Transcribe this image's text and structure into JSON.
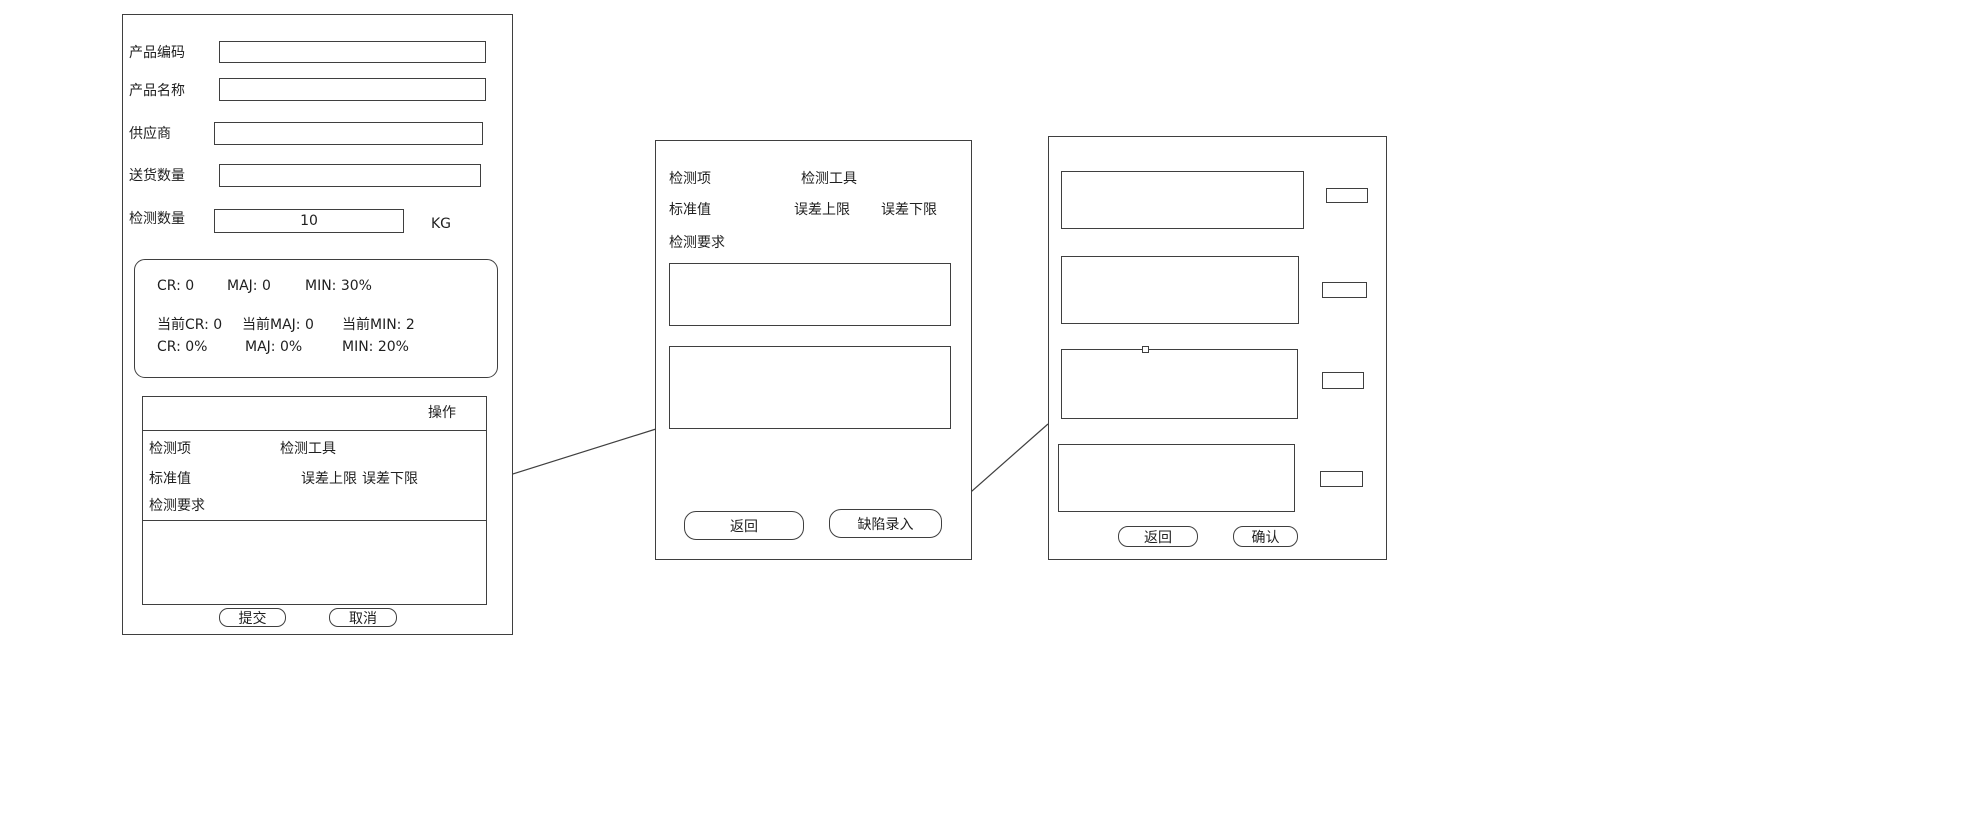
{
  "colors": {
    "background": "#ffffff",
    "ink": "#3f3f3f"
  },
  "left_panel": {
    "fields": [
      {
        "label": "产品编码",
        "value": ""
      },
      {
        "label": "产品名称",
        "value": ""
      },
      {
        "label": "供应商",
        "value": ""
      },
      {
        "label": "送货数量",
        "value": ""
      },
      {
        "label": "检测数量",
        "value": "10",
        "unit": "KG"
      }
    ],
    "stats": {
      "row1": [
        "CR: 0",
        "MAJ: 0",
        "MIN: 30%"
      ],
      "row2": [
        "当前CR: 0",
        "当前MAJ: 0",
        "当前MIN: 2"
      ],
      "row3": [
        "CR: 0%",
        "MAJ: 0%",
        "MIN: 20%"
      ]
    },
    "table": {
      "operation": "操作",
      "col_item": "检测项",
      "col_tool": "检测工具",
      "col_standard": "标准值",
      "col_upper": "误差上限",
      "col_lower": "误差下限",
      "col_requirement": "检测要求"
    },
    "submit": "提交",
    "cancel": "取消"
  },
  "middle_panel": {
    "labels": {
      "item": "检测项",
      "tool": "检测工具",
      "standard": "标准值",
      "upper": "误差上限",
      "lower": "误差下限",
      "requirement": "检测要求"
    },
    "back": "返回",
    "defect_entry": "缺陷录入"
  },
  "right_panel": {
    "back": "返回",
    "confirm": "确认"
  }
}
